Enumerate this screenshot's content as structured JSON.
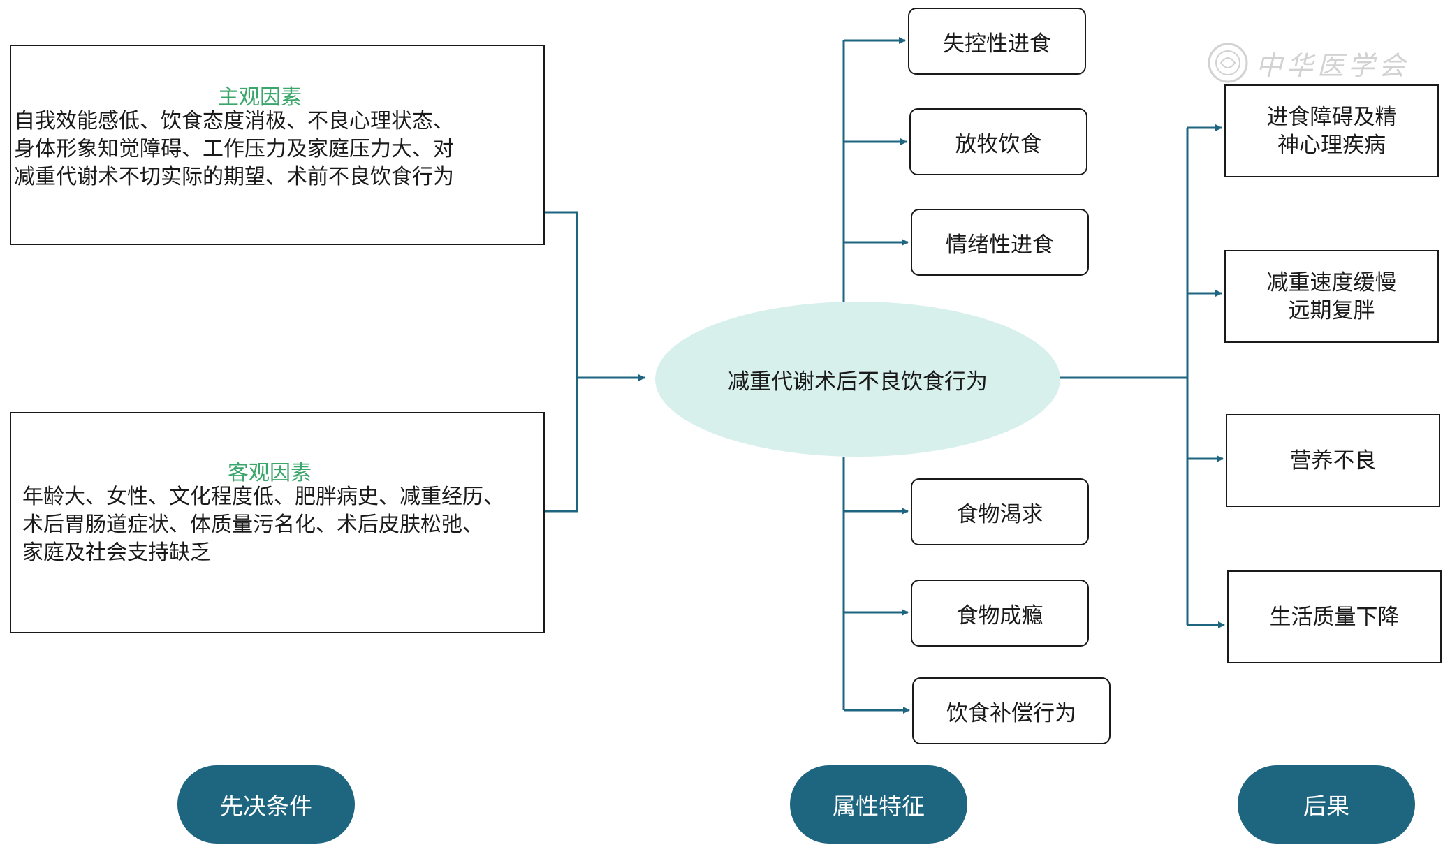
{
  "center": {
    "label": "减重代谢术后不良饮食行为"
  },
  "antecedents": {
    "subjective": {
      "title": "主观因素",
      "text": "自我效能感低、饮食态度消极、不良心理状态、\n身体形象知觉障碍、工作压力及家庭压力大、对\n减重代谢术不切实际的期望、术前不良饮食行为"
    },
    "objective": {
      "title": "客观因素",
      "text": "年龄大、女性、文化程度低、肥胖病史、减重经历、\n术后胃肠道症状、体质量污名化、术后皮肤松弛、\n家庭及社会支持缺乏"
    }
  },
  "attributes": {
    "items": [
      {
        "label": "失控性进食"
      },
      {
        "label": "放牧饮食"
      },
      {
        "label": "情绪性进食"
      },
      {
        "label": "食物渴求"
      },
      {
        "label": "食物成瘾"
      },
      {
        "label": "饮食补偿行为"
      }
    ]
  },
  "consequences": {
    "items": [
      {
        "label": "进食障碍及精\n神心理疾病"
      },
      {
        "label": "减重速度缓慢\n远期复胖"
      },
      {
        "label": "营养不良"
      },
      {
        "label": "生活质量下降"
      }
    ]
  },
  "stages": {
    "antecedents_label": "先决条件",
    "attributes_label": "属性特征",
    "consequences_label": "后果"
  },
  "watermark": {
    "text": "中华医学会"
  },
  "colors": {
    "connector": "#1e6580",
    "ellipse_fill": "#d7f0eb",
    "stage_fill": "#1e6580",
    "factor_title": "#3aa66b"
  }
}
